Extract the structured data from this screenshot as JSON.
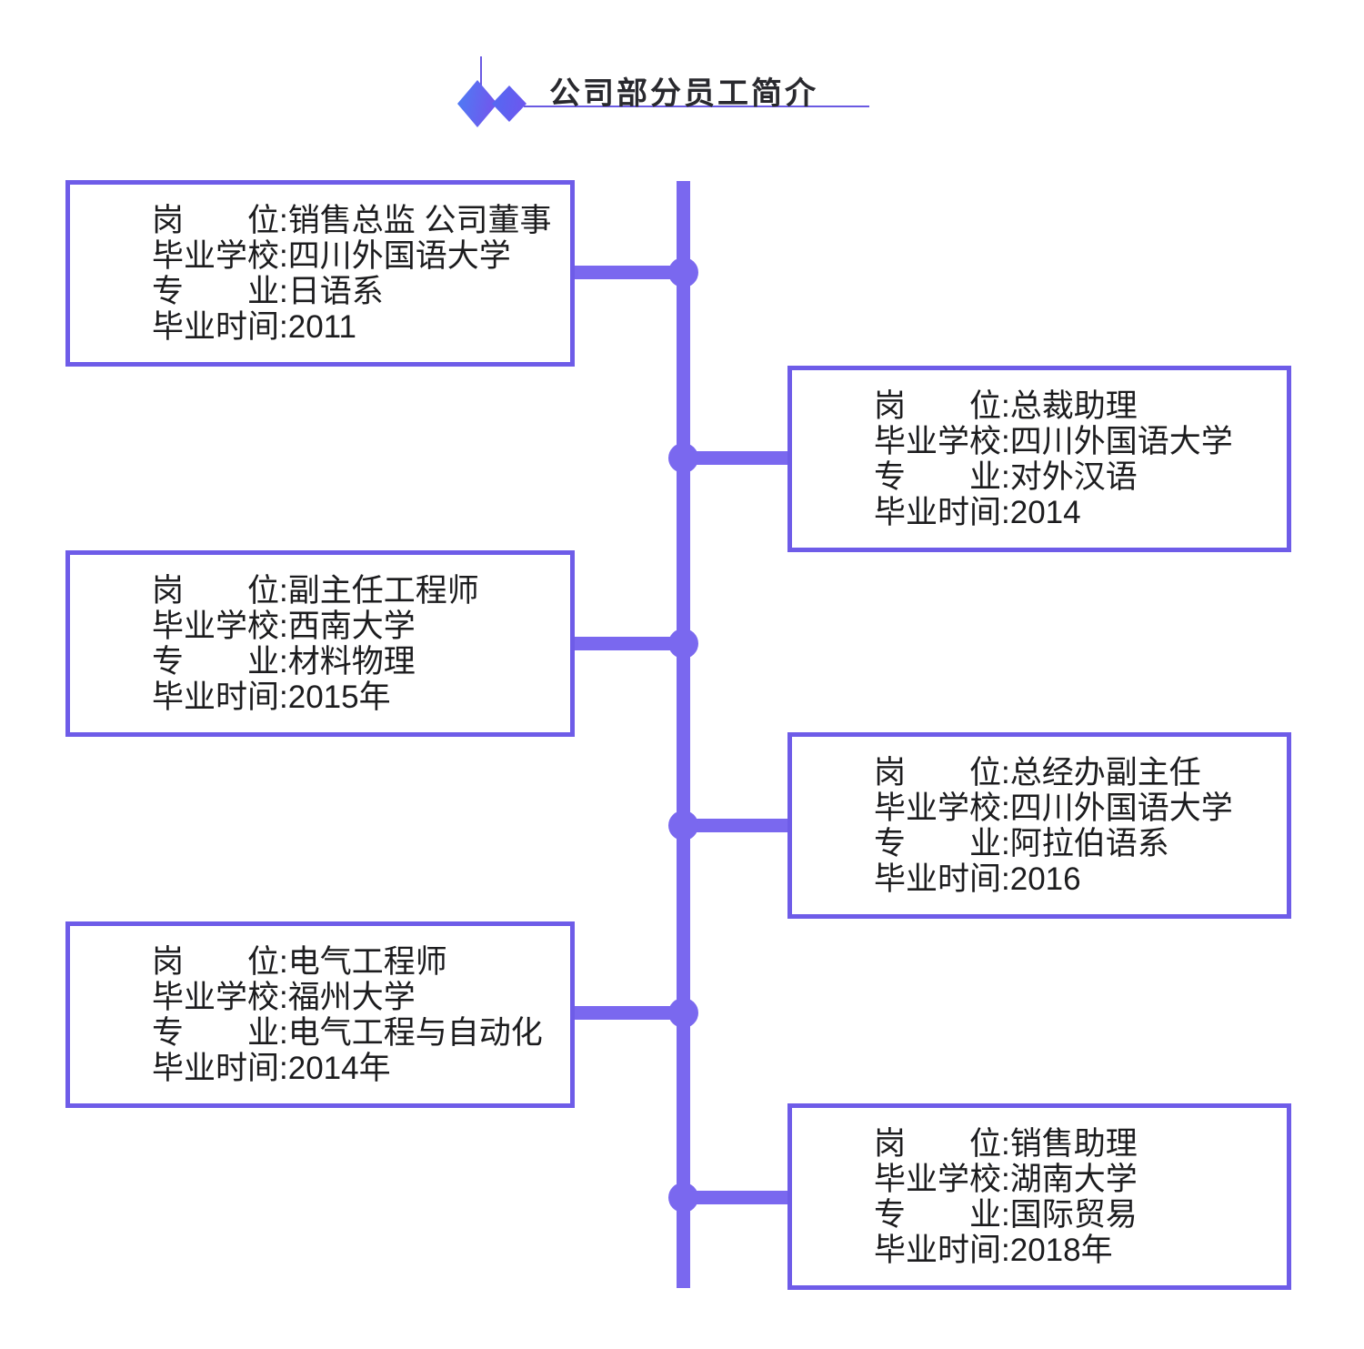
{
  "title": "公司部分员工简介",
  "field_labels": {
    "position": "岗位",
    "school": "毕业学校",
    "major": "专业",
    "time": "毕业时间",
    "colon": ":"
  },
  "employees": [
    {
      "side": "left",
      "position": "销售总监 公司董事",
      "school": "四川外国语大学",
      "major": "日语系",
      "time": "2011"
    },
    {
      "side": "right",
      "position": "总裁助理",
      "school": "四川外国语大学",
      "major": "对外汉语",
      "time": "2014"
    },
    {
      "side": "left",
      "position": "副主任工程师",
      "school": "西南大学",
      "major": "材料物理",
      "time": "2015年"
    },
    {
      "side": "right",
      "position": "总经办副主任",
      "school": "四川外国语大学",
      "major": "阿拉伯语系",
      "time": "2016"
    },
    {
      "side": "left",
      "position": "电气工程师",
      "school": "福州大学",
      "major": "电气工程与自动化",
      "time": "2014年"
    },
    {
      "side": "right",
      "position": "销售助理",
      "school": "湖南大学",
      "major": "国际贸易",
      "time": "2018年"
    }
  ],
  "colors": {
    "spine": "#7A68EF",
    "card_border": "#6E5CE8",
    "title_line": "#6A5AE2",
    "diamond_blue": "#4E7BF4",
    "diamond_purple": "#7355EC",
    "text": "#1c1c1e",
    "title_text": "#29292e"
  }
}
